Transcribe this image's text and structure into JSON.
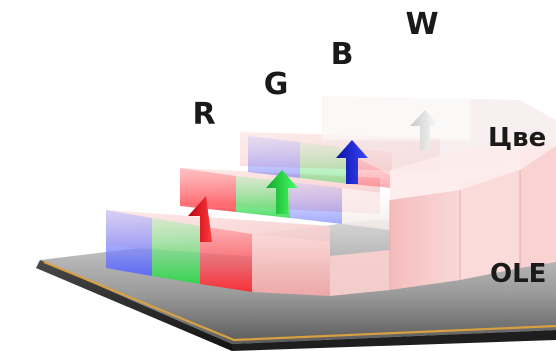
{
  "diagram": {
    "subpixels": [
      {
        "label": "R",
        "color": "#e0141c",
        "tint": "#ff2a35"
      },
      {
        "label": "G",
        "color": "#1dd63a",
        "tint": "#3ee05a"
      },
      {
        "label": "B",
        "color": "#1a25d6",
        "tint": "#3a4cff"
      },
      {
        "label": "W",
        "color": "#d8d8d8",
        "tint": "#ffffff"
      }
    ],
    "filter_label": "Цве",
    "oled_label": "OLE",
    "colors": {
      "substrate_top": "#a8a8a8",
      "substrate_edge": "#2a2a2a",
      "gold_line": "#d8a040",
      "block_pink": "#f7c4c4",
      "block_edge": "#f0a8a8",
      "label_dark": "#1a1a1a"
    }
  }
}
